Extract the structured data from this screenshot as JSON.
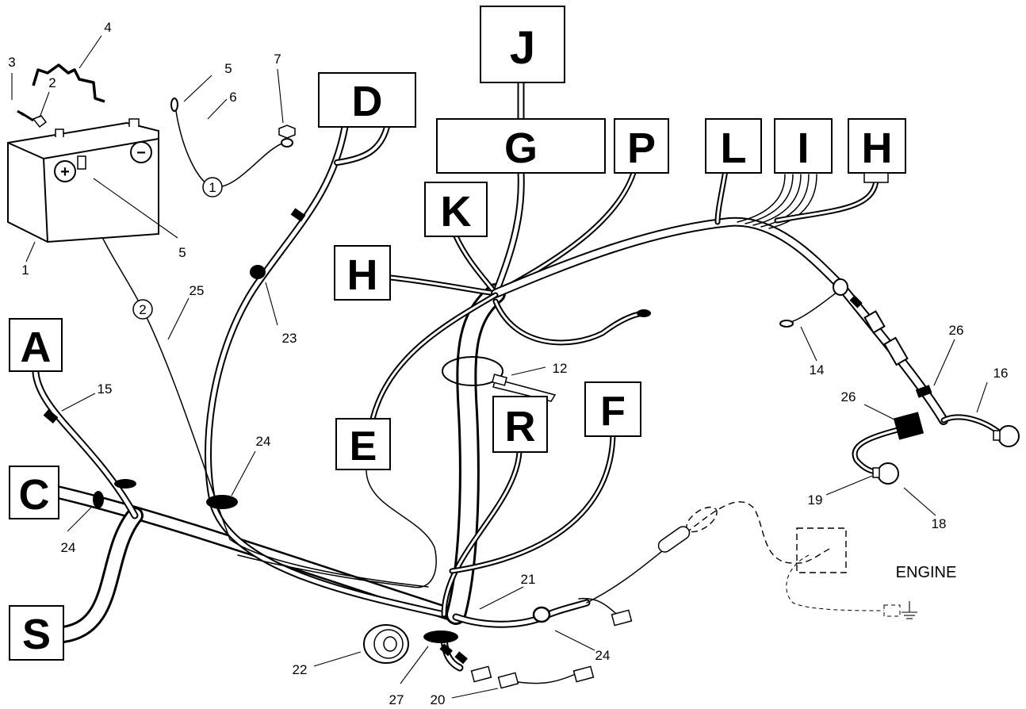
{
  "connectors": {
    "J": "J",
    "G": "G",
    "D": "D",
    "P": "P",
    "L": "L",
    "I": "I",
    "H_top": "H",
    "K": "K",
    "H_left": "H",
    "A": "A",
    "C": "C",
    "S": "S",
    "E": "E",
    "R": "R",
    "F": "F"
  },
  "callouts": {
    "n1": "1",
    "n2_battery": "2",
    "n3": "3",
    "n4": "4",
    "n5_top": "5",
    "n5_battery": "5",
    "n6": "6",
    "n7": "7",
    "n12": "12",
    "n14": "14",
    "n15": "15",
    "n16": "16",
    "n18": "18",
    "n19": "19",
    "n20": "20",
    "n21": "21",
    "n22": "22",
    "n23": "23",
    "n24_left": "24",
    "n24_mid": "24",
    "n24_right": "24",
    "n25": "25",
    "n26_top": "26",
    "n26_left": "26",
    "n27": "27"
  },
  "cable_ids": {
    "cable1": "1",
    "cable2": "2"
  },
  "battery": {
    "positive": "+",
    "negative": "−"
  },
  "engine_label": "ENGINE"
}
